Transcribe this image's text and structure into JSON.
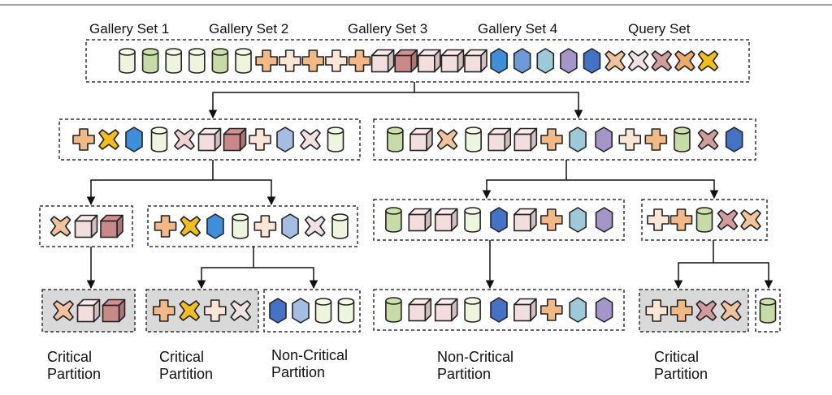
{
  "colors": {
    "c1": "#eef5df",
    "c2": "#c7dba6",
    "p1": "#f2b987",
    "p2": "#fbe6d6",
    "k1": "#f3dede",
    "k2": "#c98989",
    "h1": "#3f8fd8",
    "h2": "#6c9bd7",
    "h3": "#9dc9d9",
    "h4": "#a595c9",
    "h5": "#4472c4",
    "h6": "#a6bde3",
    "x1": "#f0c39e",
    "x2": "#ebd3d3",
    "x3": "#d19c9c",
    "x4": "#e9aa6c",
    "x5": "#f2bd1e",
    "x6": "#f0e2e2",
    "critical_fill": "#d9d9d9"
  },
  "headers": {
    "gallery1": "Gallery Set 1",
    "gallery2": "Gallery Set 2",
    "gallery3": "Gallery Set 3",
    "gallery4": "Gallery Set 4",
    "query": "Query Set"
  },
  "captions": [
    {
      "line1": "Critical",
      "line2": "Partition"
    },
    {
      "line1": "Critical",
      "line2": "Partition"
    },
    {
      "line1": "Non-Critical",
      "line2": "Partition"
    },
    {
      "line1": "Non-Critical",
      "line2": "Partition"
    },
    {
      "line1": "Critical",
      "line2": "Partition"
    }
  ],
  "tree": {
    "root": {
      "items": [
        "cyl:c1",
        "cyl:c2",
        "cyl:c1",
        "cyl:c1",
        "cyl:c2",
        "cyl:c1",
        "plus:p1",
        "plus:p2",
        "plus:p1",
        "plus:p2",
        "plus:p1",
        "cube:k1",
        "cube:k2",
        "cube:k1",
        "cube:k1",
        "cube:k1",
        "hex:h1",
        "hex:h2",
        "hex:h3",
        "hex:h4",
        "hex:h5",
        "x:x1",
        "x:x6",
        "x:x3",
        "x:x4",
        "x:x5"
      ]
    },
    "left": {
      "items": [
        "plus:p1",
        "x:x5",
        "hex:h1",
        "cyl:c1",
        "x:x2",
        "cube:k1",
        "cube:k2",
        "plus:p2",
        "hex:h6",
        "x:x6",
        "cyl:c1"
      ]
    },
    "right": {
      "items": [
        "cyl:c2",
        "cube:k1",
        "x:x1",
        "cyl:c1",
        "cube:k1",
        "cube:k1",
        "plus:p1",
        "hex:h3",
        "hex:h4",
        "plus:p2",
        "plus:p1",
        "cyl:c2",
        "x:x3",
        "hex:h5"
      ]
    },
    "leftA": {
      "items": [
        "x:x1",
        "cube:k1",
        "cube:k2"
      ]
    },
    "leftB": {
      "items": [
        "plus:p1",
        "x:x5",
        "hex:h1",
        "cyl:c1",
        "plus:p2",
        "hex:h6",
        "x:x6",
        "cyl:c1"
      ]
    },
    "rightA": {
      "items": [
        "cyl:c2",
        "cube:k1",
        "cube:k1",
        "cyl:c1",
        "hex:h5",
        "cube:k1",
        "plus:p1",
        "hex:h3",
        "hex:h4"
      ]
    },
    "rightB": {
      "items": [
        "plus:p2",
        "plus:p1",
        "cyl:c2",
        "x:x3",
        "x:x1"
      ]
    },
    "leafA": {
      "items": [
        "x:x1",
        "cube:k1",
        "cube:k2"
      ],
      "critical": true
    },
    "leafB1": {
      "items": [
        "plus:p1",
        "x:x5",
        "plus:p2",
        "x:x6"
      ],
      "critical": true
    },
    "leafB2": {
      "items": [
        "hex:h5",
        "hex:h6",
        "cyl:c1",
        "cyl:c1"
      ],
      "critical": false
    },
    "leafC": {
      "items": [
        "cyl:c2",
        "cube:k1",
        "cube:k1",
        "cyl:c1",
        "hex:h5",
        "cube:k1",
        "plus:p1",
        "hex:h3",
        "hex:h4"
      ],
      "critical": false
    },
    "leafD1": {
      "items": [
        "plus:p2",
        "plus:p1",
        "x:x3",
        "x:x1"
      ],
      "critical": true
    },
    "leafD2": {
      "items": [
        "cyl:c2"
      ],
      "critical": false
    }
  }
}
